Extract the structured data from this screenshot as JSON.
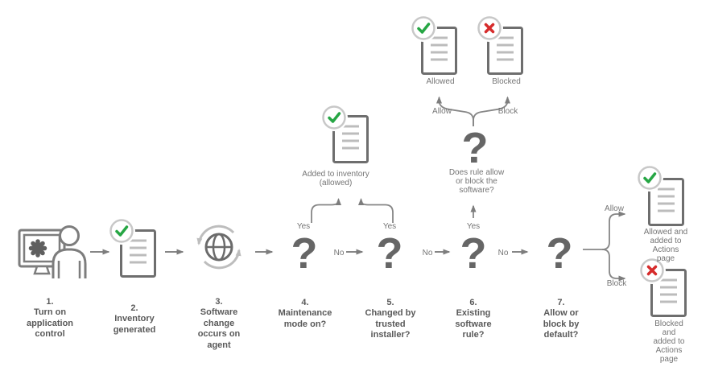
{
  "diagram": {
    "steps": [
      {
        "num": "1.",
        "label": "Turn on\napplication\ncontrol"
      },
      {
        "num": "2.",
        "label": "Inventory\ngenerated"
      },
      {
        "num": "3.",
        "label": "Software\nchange\noccurs on\nagent"
      },
      {
        "num": "4.",
        "label": "Maintenance\nmode on?"
      },
      {
        "num": "5.",
        "label": "Changed by\ntrusted\ninstaller?"
      },
      {
        "num": "6.",
        "label": "Existing\nsoftware\nrule?"
      },
      {
        "num": "7.",
        "label": "Allow or\nblock by\ndefault?"
      }
    ],
    "branch_labels": {
      "yes": "Yes",
      "no": "No",
      "allow": "Allow",
      "block": "Block"
    },
    "captions": {
      "added_to_inventory": "Added to inventory\n(allowed)",
      "rule_question": "Does rule allow\nor block the\nsoftware?",
      "allowed": "Allowed",
      "blocked": "Blocked",
      "allowed_actions": "Allowed and\nadded to\nActions page",
      "blocked_actions": "Blocked and\nadded to\nActions page"
    },
    "glyphs": {
      "question_mark": "?"
    },
    "colors": {
      "check_green": "#26a644",
      "cross_red": "#d62b2b",
      "icon_dark_gray": "#6e6e6e",
      "connector_gray": "#868686",
      "badge_ring_gray": "#c8c8c8",
      "step_text": "#595959",
      "caption_text": "#757575"
    }
  }
}
